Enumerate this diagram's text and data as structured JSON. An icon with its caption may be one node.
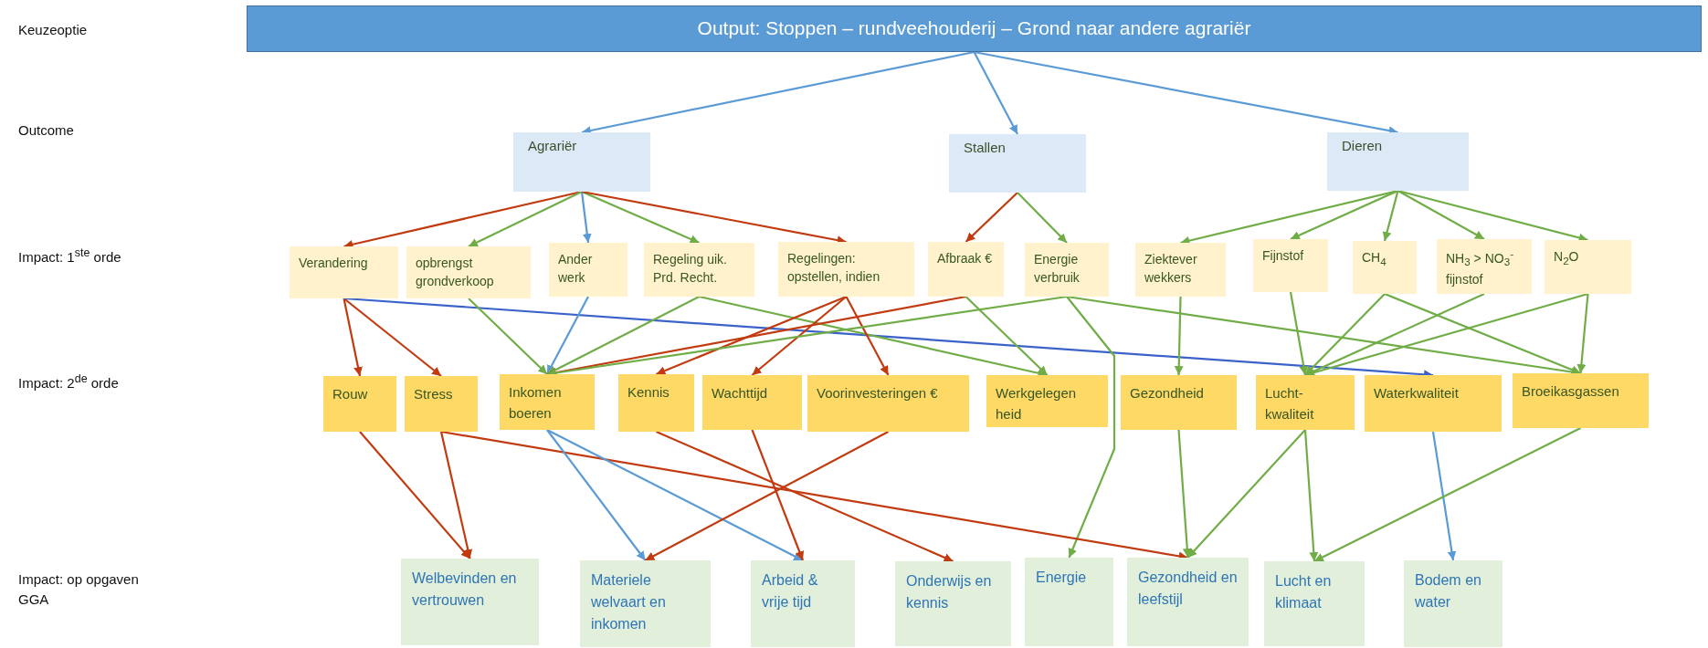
{
  "diagram": {
    "nodes": [
      {
        "text": [
          "Output: Stoppen – rundveehouderij – Grond naar andere agrariër"
        ]
      },
      {
        "text": [
          "Agrariër"
        ]
      },
      {
        "text": [
          "Stallen"
        ]
      },
      {
        "text": [
          "Dieren"
        ]
      },
      {
        "text": [
          "Verandering"
        ]
      },
      {
        "text": [
          "opbrengst grondverkoop"
        ]
      },
      {
        "text": [
          "Ander werk"
        ]
      },
      {
        "text": [
          "Regeling uik. Prd. Recht."
        ]
      },
      {
        "text": [
          "Regelingen: opstellen, indien"
        ]
      },
      {
        "text": [
          "Afbraak €"
        ]
      },
      {
        "text": [
          "Energie verbruik"
        ]
      },
      {
        "text": [
          "Ziektever wekkers"
        ]
      },
      {
        "text": [
          "Fijnstof"
        ]
      },
      {
        "text": [
          "CH$_{4}$"
        ]
      },
      {
        "text": [
          "NH$_{3}$ > NO$_{3}$$^{-}$ fijnstof"
        ]
      },
      {
        "text": [
          "N$_{2}$O"
        ]
      },
      {
        "text": [
          "Rouw"
        ]
      },
      {
        "text": [
          "Stress"
        ]
      },
      {
        "text": [
          "Inkomen boeren"
        ]
      },
      {
        "text": [
          "Kennis"
        ]
      },
      {
        "text": [
          "Wachttijd"
        ]
      },
      {
        "text": [
          "Voorinvesteringen €"
        ]
      },
      {
        "text": [
          "Werkgelegen heid"
        ]
      },
      {
        "text": [
          "Gezondheid"
        ]
      },
      {
        "text": [
          "Lucht- kwaliteit"
        ]
      },
      {
        "text": [
          "Waterkwaliteit"
        ]
      },
      {
        "text": [
          "Broeikasgassen"
        ]
      },
      {
        "text": [
          "Welbevinden en vertrouwen"
        ]
      },
      {
        "text": [
          "Materiele welvaart en inkomen"
        ]
      },
      {
        "text": [
          "Arbeid & vrije tijd"
        ]
      },
      {
        "text": [
          "Onderwijs en kennis"
        ]
      },
      {
        "text": [
          "Energie"
        ]
      },
      {
        "text": [
          "Gezondheid en leefstijl"
        ]
      },
      {
        "text": [
          "Lucht en klimaat"
        ]
      },
      {
        "text": [
          "Bodem en water"
        ]
      }
    ],
    "edges": [
      {
        "from": 0,
        "to": 1,
        "arrow": "to",
        "color": "#5b9bd5"
      },
      {
        "from": 0,
        "to": 2,
        "arrow": "to",
        "color": "#5b9bd5"
      },
      {
        "from": 0,
        "to": 3,
        "arrow": "to",
        "color": "#5b9bd5"
      },
      {
        "from": 1,
        "to": 4,
        "arrow": "to",
        "color": "#c23b10"
      },
      {
        "from": 1,
        "to": 5,
        "arrow": "to"
      },
      {
        "from": 1,
        "to": 6,
        "arrow": "to",
        "color": "#5b9bd5"
      },
      {
        "from": 1,
        "to": 7,
        "arrow": "to"
      },
      {
        "from": 1,
        "to": 8,
        "arrow": "to",
        "color": "#c23b10"
      },
      {
        "from": 2,
        "to": 9,
        "arrow": "to",
        "color": "#c23b10"
      },
      {
        "from": 2,
        "to": 10,
        "arrow": "to"
      },
      {
        "from": 3,
        "to": 11,
        "arrow": "to"
      },
      {
        "from": 3,
        "to": 12,
        "arrow": "to"
      },
      {
        "from": 3,
        "to": 13,
        "arrow": "to"
      },
      {
        "from": 3,
        "to": 14,
        "arrow": "to"
      },
      {
        "from": 3,
        "to": 15,
        "arrow": "to"
      },
      {
        "from": 4,
        "to": 16,
        "arrow": "to",
        "color": "#c23b10"
      },
      {
        "from": 4,
        "to": 17,
        "arrow": "to",
        "color": "#c23b10"
      },
      {
        "from": 4,
        "to": 25,
        "arrow": "to",
        "color": "#3a62c9"
      },
      {
        "from": 5,
        "to": 18,
        "arrow": "to"
      },
      {
        "from": 6,
        "to": 18,
        "arrow": "to",
        "color": "#5b9bd5"
      },
      {
        "from": 7,
        "to": 18,
        "arrow": "to"
      },
      {
        "from": 7,
        "to": 22,
        "arrow": "to"
      },
      {
        "from": 8,
        "to": 19,
        "arrow": "to",
        "color": "#c23b10"
      },
      {
        "from": 8,
        "to": 20,
        "arrow": "to",
        "color": "#c23b10"
      },
      {
        "from": 8,
        "to": 21,
        "arrow": "to",
        "color": "#c23b10"
      },
      {
        "from": 9,
        "to": 18,
        "arrow": "to",
        "color": "#c23b10"
      },
      {
        "from": 9,
        "to": 22,
        "arrow": "to"
      },
      {
        "from": 10,
        "to": 18,
        "arrow": "to"
      },
      {
        "from": 10,
        "to": 31,
        "arrow": "to"
      },
      {
        "from": 10,
        "to": 26,
        "arrow": "to"
      },
      {
        "from": 11,
        "to": 23,
        "arrow": "to"
      },
      {
        "from": 12,
        "to": 24,
        "arrow": "to"
      },
      {
        "from": 13,
        "to": 24,
        "arrow": "to"
      },
      {
        "from": 13,
        "to": 26,
        "arrow": "to"
      },
      {
        "from": 14,
        "to": 24,
        "arrow": "to"
      },
      {
        "from": 15,
        "to": 24,
        "arrow": "to"
      },
      {
        "from": 15,
        "to": 26,
        "arrow": "to"
      },
      {
        "from": 16,
        "to": 27,
        "arrow": "to",
        "color": "#c23b10"
      },
      {
        "from": 17,
        "to": 27,
        "arrow": "to",
        "color": "#c23b10"
      },
      {
        "from": 17,
        "to": 32,
        "arrow": "to",
        "color": "#c23b10"
      },
      {
        "from": 18,
        "to": 28,
        "arrow": "to",
        "color": "#5b9bd5"
      },
      {
        "from": 18,
        "to": 29,
        "arrow": "to",
        "color": "#5b9bd5"
      },
      {
        "from": 19,
        "to": 30,
        "arrow": "to",
        "color": "#c23b10"
      },
      {
        "from": 20,
        "to": 29,
        "arrow": "to",
        "color": "#c23b10"
      },
      {
        "from": 21,
        "to": 28,
        "arrow": "to",
        "color": "#c23b10"
      },
      {
        "from": 23,
        "to": 32,
        "arrow": "to"
      },
      {
        "from": 24,
        "to": 32,
        "arrow": "to"
      },
      {
        "from": 24,
        "to": 33,
        "arrow": "to"
      },
      {
        "from": 25,
        "to": 34,
        "arrow": "to",
        "color": "#5b9bd5"
      },
      {
        "from": 26,
        "to": 33,
        "arrow": "to"
      }
    ],
    "labels": [
      "Keuzeoptie",
      "Outcome",
      "Impact: 1$^{ste}$ orde",
      "Impact: 2$^{de}$ orde",
      "Impact: op opgaven GGA"
    ]
  }
}
